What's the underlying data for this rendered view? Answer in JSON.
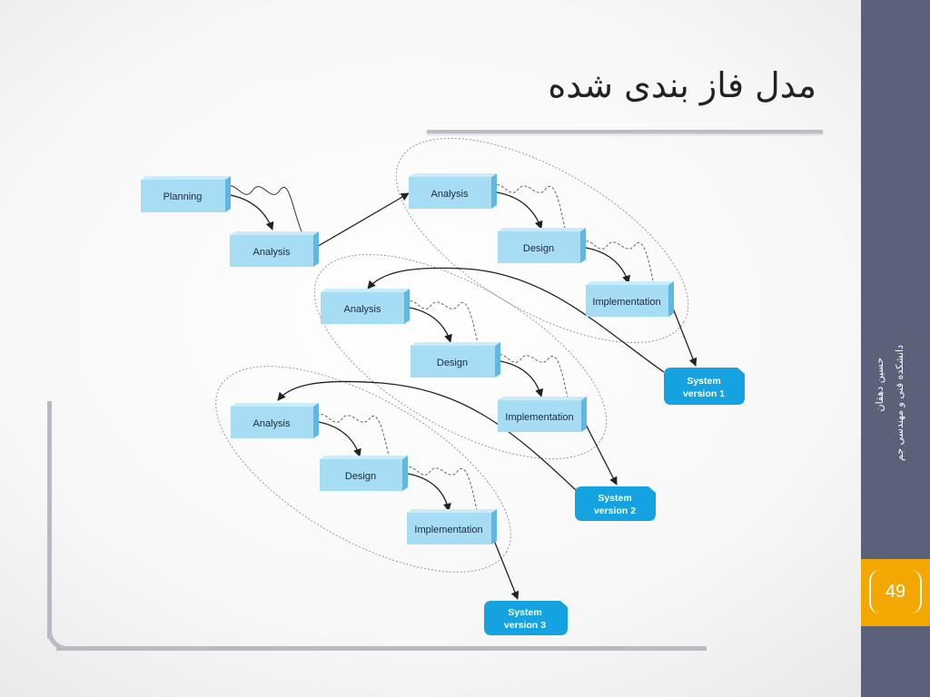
{
  "slide": {
    "title": "مدل فاز بندی شده",
    "author": "حسین دهقان",
    "faculty": "دانشکده فنی و مهندسی جم",
    "page_number": "49"
  },
  "diagram": {
    "planning": "Planning",
    "analysis": "Analysis",
    "design": "Design",
    "implementation": "Implementation",
    "system_version_1": [
      "System",
      "version 1"
    ],
    "system_version_2": [
      "System",
      "version 2"
    ],
    "system_version_3": [
      "System",
      "version 3"
    ]
  },
  "colors": {
    "box_fill": "#a6dcf4",
    "box_side": "#5fb8e2",
    "system_fill": "#14a3e0",
    "sidebar": "#5a6178",
    "page_badge": "#f2a800"
  }
}
